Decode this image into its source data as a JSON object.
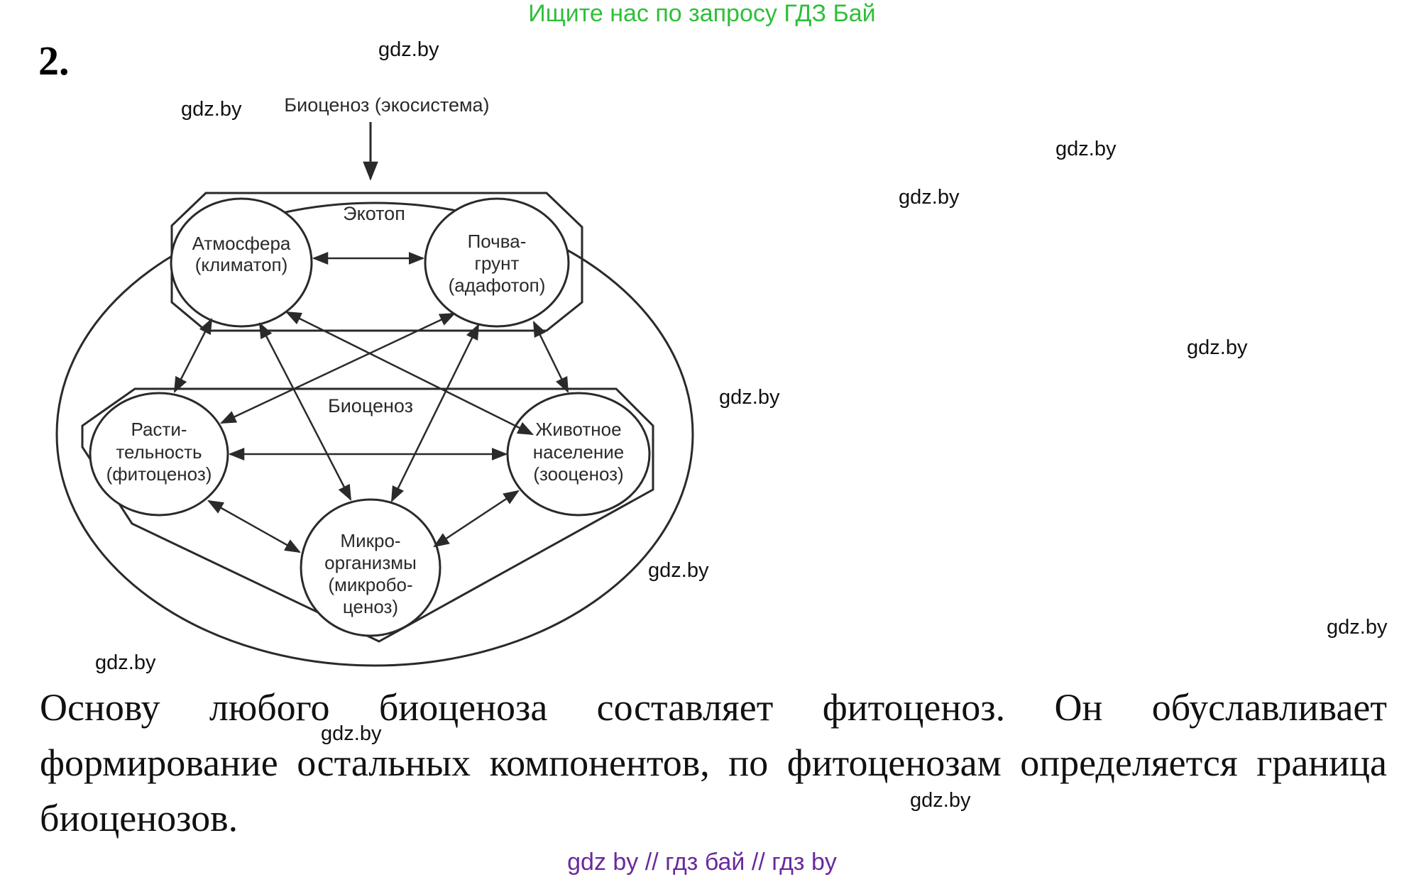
{
  "banner": "Ищите нас по запросу ГДЗ Бай",
  "task_number": "2.",
  "watermark_text": "gdz.by",
  "diagram": {
    "top_label": "Биоценоз (экосистема)",
    "ecotope_label": "Экотоп",
    "biocenosis_label": "Биоценоз",
    "nodes": {
      "atmosphere": [
        "Атмосфера",
        "(климатоп)"
      ],
      "soil": [
        "Почва-",
        "грунт",
        "(адафотоп)"
      ],
      "vegetation": [
        "Расти-",
        "тельность",
        "(фитоценоз)"
      ],
      "animals": [
        "Животное",
        "население",
        "(зооценоз)"
      ],
      "microorganisms": [
        "Микро-",
        "организмы",
        "(микробо-",
        "ценоз)"
      ]
    }
  },
  "paragraph": "Основу любого биоценоза составляет фитоценоз. Он обуславливает формирование остальных компонентов, по фитоценозам определяется граница биоценозов.",
  "footer": "gdz by  //  гдз бай  //  гдз by",
  "colors": {
    "banner": "#2fbf3a",
    "footer": "#6a2a9c",
    "diagram_lines": "#2a2a2a"
  }
}
